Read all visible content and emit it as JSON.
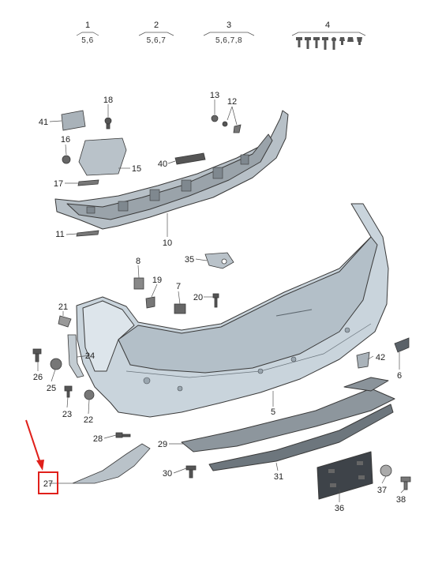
{
  "header_groups": [
    {
      "num": "1",
      "refs": "5,6"
    },
    {
      "num": "2",
      "refs": "5,6,7"
    },
    {
      "num": "3",
      "refs": "5,6,7,8"
    },
    {
      "num": "4",
      "refs": ""
    }
  ],
  "callouts": [
    "1",
    "2",
    "3",
    "4",
    "5",
    "6",
    "7",
    "8",
    "10",
    "11",
    "12",
    "13",
    "15",
    "16",
    "17",
    "18",
    "19",
    "20",
    "21",
    "22",
    "23",
    "24",
    "25",
    "26",
    "27",
    "28",
    "29",
    "30",
    "31",
    "35",
    "36",
    "37",
    "38",
    "40",
    "41",
    "42"
  ],
  "highlight": {
    "label": "27",
    "color": "#e0201b"
  },
  "colors": {
    "bumper": "#c9d4dc",
    "bracket": "#b9c2c9",
    "dark": "#4a4f55",
    "highlight": "#e0201b"
  }
}
